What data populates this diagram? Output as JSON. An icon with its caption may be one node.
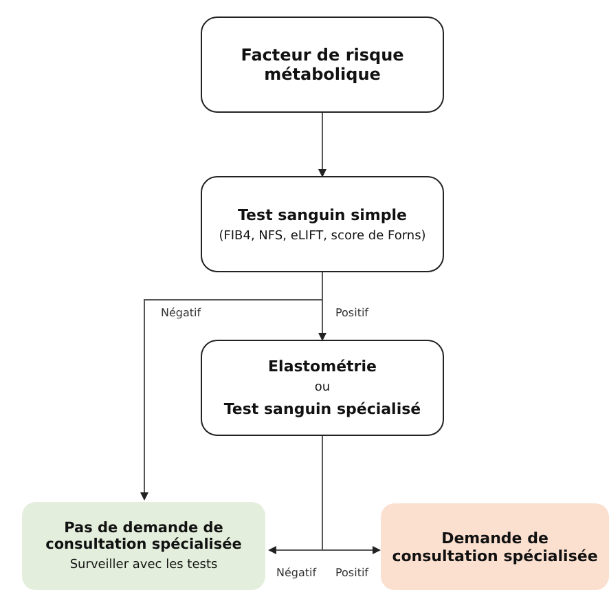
{
  "diagram": {
    "nodes": [
      {
        "text": [
          "Facteur de risque métabolique"
        ]
      },
      {
        "text": [
          "Test sanguin simple",
          "(FIB4, NFS, eLIFT, score de Forns)"
        ]
      },
      {
        "text": [
          "Elastométrie",
          "ou",
          "Test sanguin spécialisé"
        ]
      },
      {
        "text": [
          "Pas de demande de consultation spécialisée",
          "Surveiller avec les tests"
        ]
      },
      {
        "text": [
          "Demande de consultation spécialisée"
        ]
      }
    ],
    "edges": [
      {
        "from": 0,
        "to": 1,
        "arrow": "to"
      },
      {
        "from": 1,
        "to": 2,
        "arrow": "to",
        "label": "Positif"
      },
      {
        "from": 1,
        "to": 3,
        "arrow": "to",
        "label": "Négatif"
      },
      {
        "from": 2,
        "to": 3,
        "arrow": "to",
        "label": "Négatif"
      },
      {
        "from": 2,
        "to": 4,
        "arrow": "to",
        "label": "Positif"
      }
    ]
  }
}
